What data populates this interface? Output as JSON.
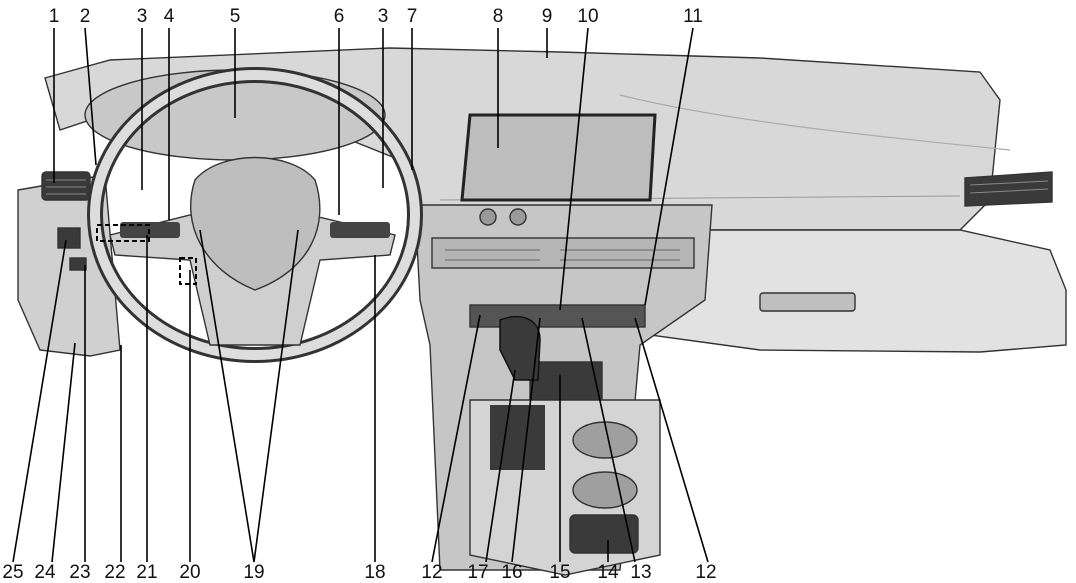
{
  "callouts": {
    "top": [
      "1",
      "2",
      "3",
      "4",
      "5",
      "6",
      "3",
      "7",
      "8",
      "9",
      "10",
      "11"
    ],
    "bottom": [
      "25",
      "24",
      "23",
      "22",
      "21",
      "20",
      "19",
      "18",
      "12",
      "17",
      "16",
      "15",
      "14",
      "13",
      "12"
    ]
  },
  "colors": {
    "dash_fill": "#cfcfcf",
    "dash_light": "#e4e4e4",
    "dark_part": "#3a3a3a",
    "screen": "#bdbdbd",
    "outline": "#333333"
  }
}
